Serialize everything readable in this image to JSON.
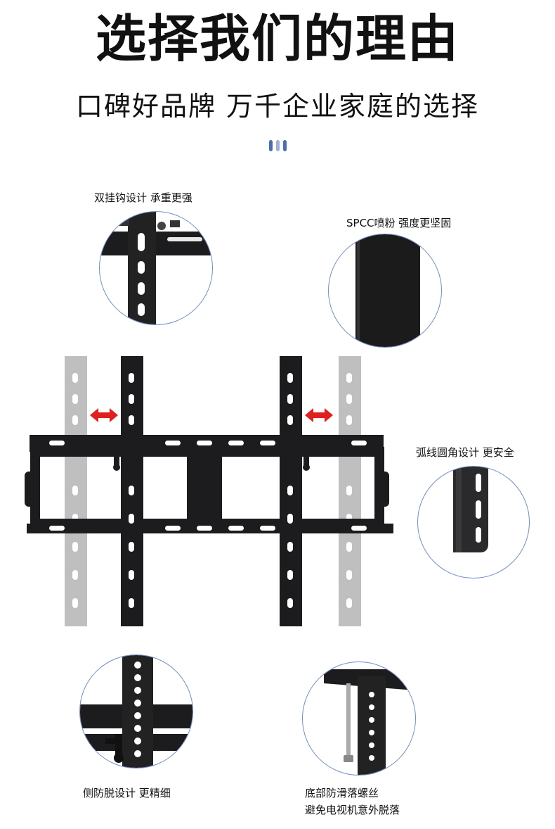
{
  "header": {
    "title": "选择我们的理由",
    "subtitle": "口碑好品牌 万千企业家庭的选择"
  },
  "features": {
    "hook": "双挂钩设计 承重更强",
    "spcc": "SPCC喷粉 强度更坚固",
    "corner": "弧线圆角设计 更安全",
    "anti_slip": "侧防脱设计 更精细",
    "screw_line1": "底部防滑落螺丝",
    "screw_line2": "避免电视机意外脱落"
  },
  "colors": {
    "accent": "#6f8ec8",
    "arrow": "#e0201c",
    "steel": "#1c1c1e",
    "ghost": "#b4b4b4"
  }
}
